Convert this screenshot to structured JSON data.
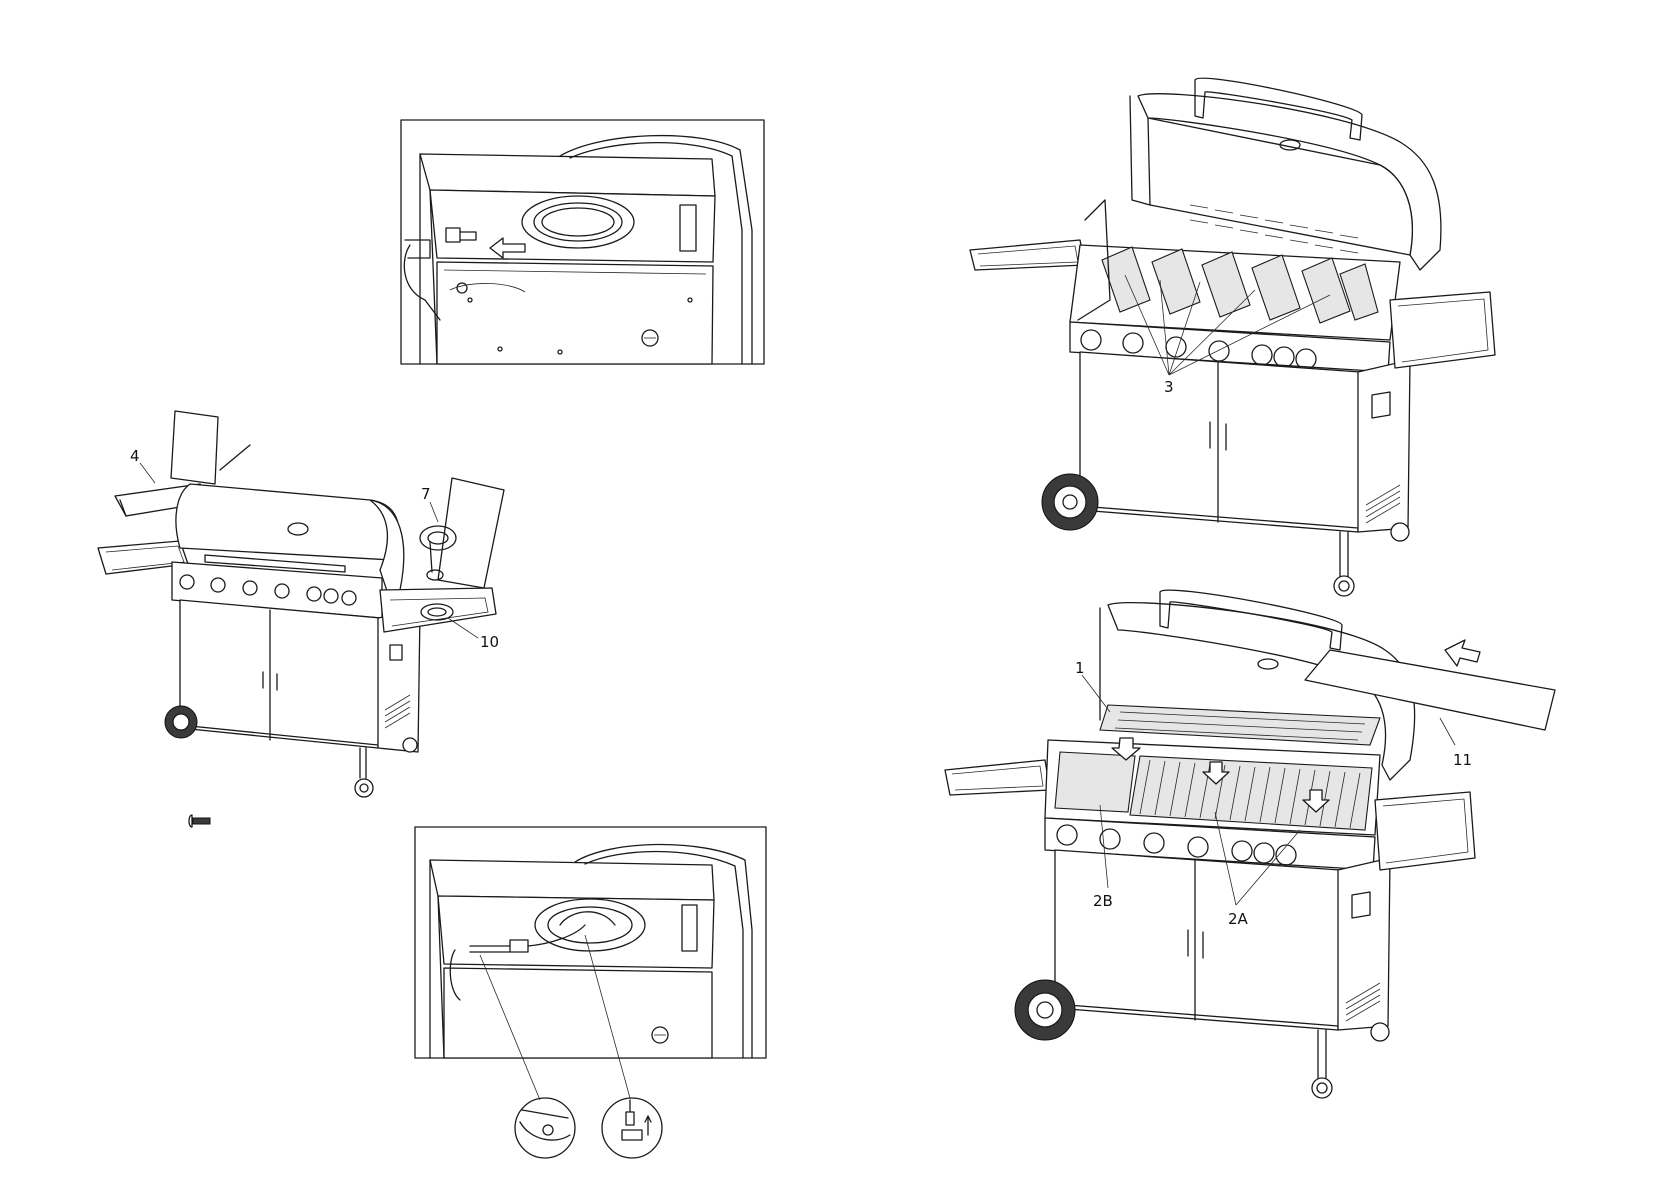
{
  "callouts": {
    "step_a_label_4": "4",
    "step_a_label_7": "7",
    "step_a_label_10": "10",
    "step_c_label_3": "3",
    "step_d_label_1": "1",
    "step_d_label_2b": "2B",
    "step_d_label_2a": "2A",
    "step_d_label_11": "11"
  },
  "icons": {
    "screw": "screw-icon",
    "insert_arrow": "arrow-left-icon",
    "down_arrow": "arrow-down-icon"
  },
  "colors": {
    "line": "#1a1a1a",
    "fill": "#ffffff",
    "shade": "#e6e6e6"
  }
}
